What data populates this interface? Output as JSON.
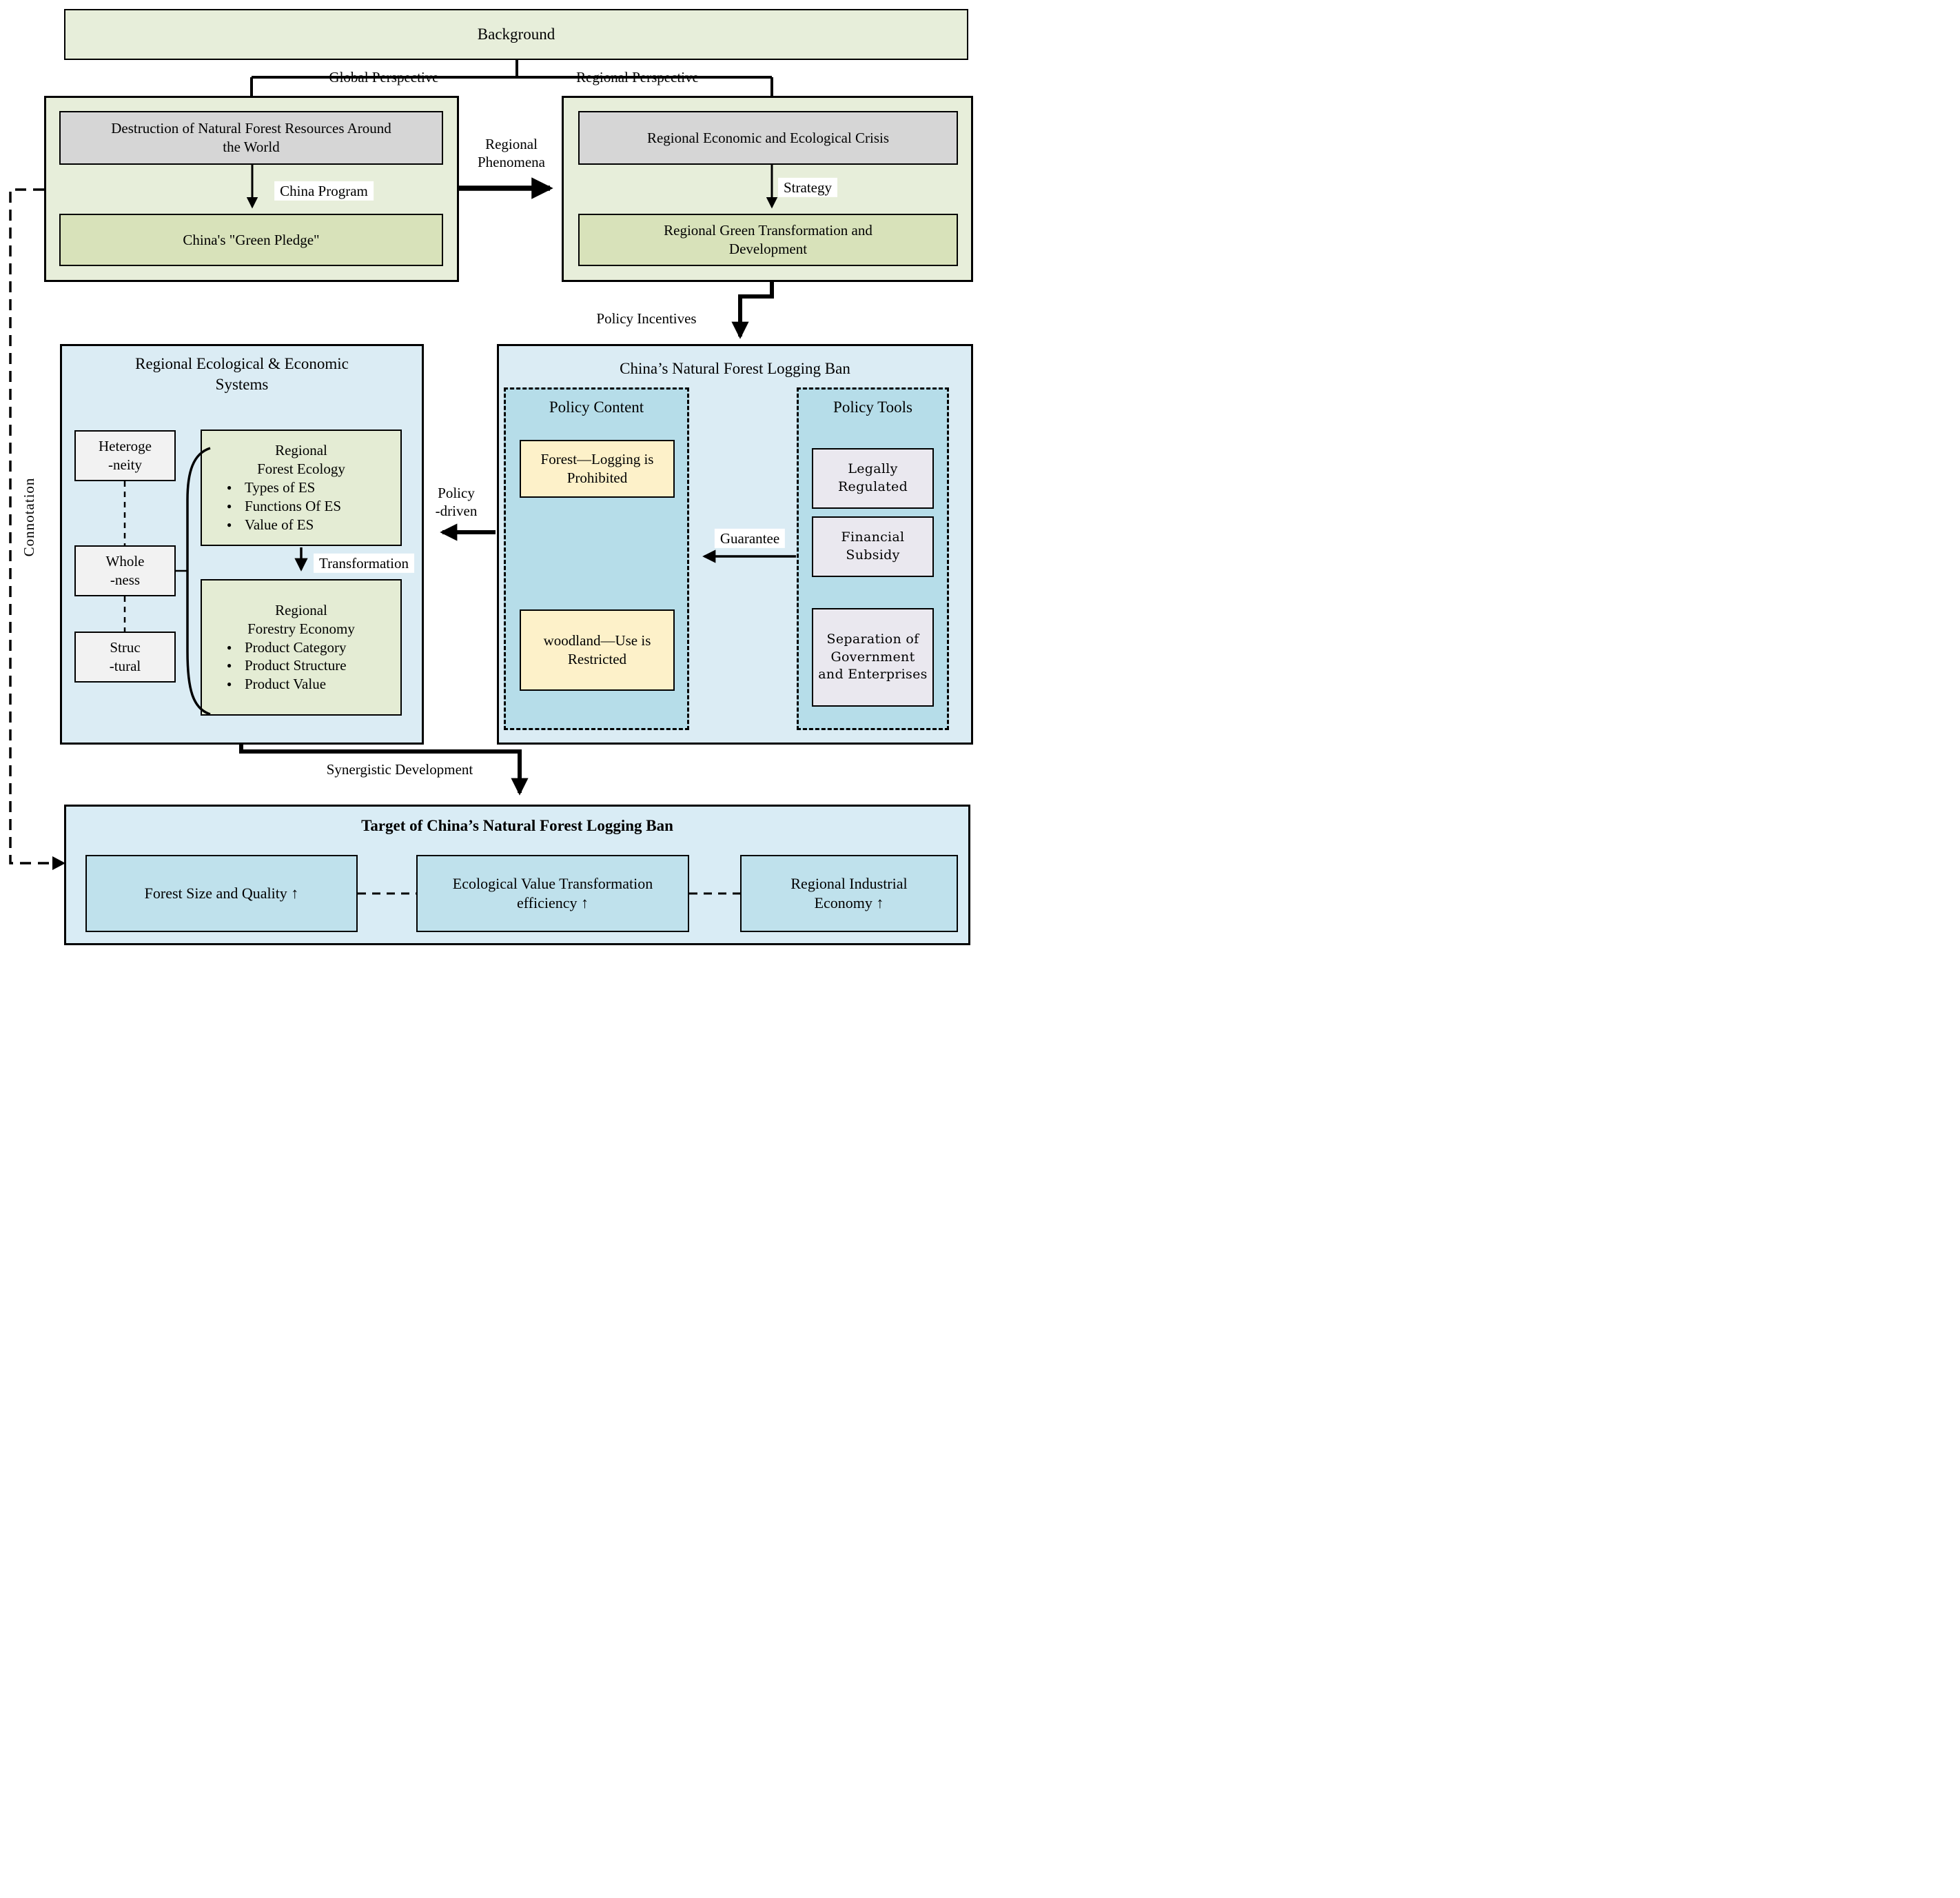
{
  "background": {
    "label": "Background"
  },
  "perspectives": {
    "global": "Global Perspective",
    "regional": "Regional Perspective"
  },
  "global_panel": {
    "crisis_line1": "Destruction of Natural Forest Resources Around",
    "crisis_line2": "the World",
    "arrow_label": "China Program",
    "pledge": "China's \"Green Pledge\""
  },
  "regional_panel": {
    "crisis": "Regional Economic and Ecological Crisis",
    "arrow_label": "Strategy",
    "development_line1": "Regional Green Transformation and",
    "development_line2": "Development"
  },
  "flow_labels": {
    "regional_phenomena_line1": "Regional",
    "regional_phenomena_line2": "Phenomena",
    "policy_incentives": "Policy Incentives",
    "policy_driven_line1": "Policy",
    "policy_driven_line2": "-driven",
    "guarantee": "Guarantee",
    "transformation": "Transformation",
    "synergistic_development": "Synergistic Development",
    "connotation": "Connotation"
  },
  "systems_panel": {
    "title_line1": "Regional Ecological & Economic",
    "title_line2": "Systems",
    "attributes": [
      {
        "line1": "Heteroge",
        "line2": "-neity"
      },
      {
        "line1": "Whole",
        "line2": "-ness"
      },
      {
        "line1": "Struc",
        "line2": "-tural"
      }
    ],
    "forest_ecology": {
      "title_line1": "Regional",
      "title_line2": "Forest Ecology",
      "items": [
        "Types of ES",
        "Functions Of ES",
        "Value of ES"
      ]
    },
    "forestry_economy": {
      "title_line1": "Regional",
      "title_line2": "Forestry Economy",
      "items": [
        "Product Category",
        "Product Structure",
        "Product Value"
      ]
    }
  },
  "ban_panel": {
    "title": "China’s Natural Forest Logging Ban",
    "policy_content": {
      "title": "Policy Content",
      "items": [
        "Forest—Logging is Prohibited",
        "woodland—Use is Restricted"
      ]
    },
    "policy_tools": {
      "title": "Policy Tools",
      "items": [
        "Legally Regulated",
        "Financial Subsidy",
        "Separation of Government and Enterprises"
      ]
    }
  },
  "target_panel": {
    "title": "Target of China’s Natural Forest Logging Ban",
    "goals": [
      "Forest Size and Quality ↑",
      "Ecological Value Transformation efficiency ↑",
      "Regional Industrial Economy ↑"
    ]
  },
  "colors": {
    "panel_green": "#e7eeda",
    "box_green": "#d8e2ba",
    "box_gray": "#d6d6d6",
    "panel_blue": "#dbecf4",
    "dashed_blue": "#b6dde9",
    "box_yellow": "#fdf1c9",
    "box_lavender": "#eae8ef",
    "box_small_gray": "#f2f2f2",
    "goal_blue": "#bfe1ec",
    "list_green": "#e4ecd4",
    "line_black": "#000000"
  }
}
